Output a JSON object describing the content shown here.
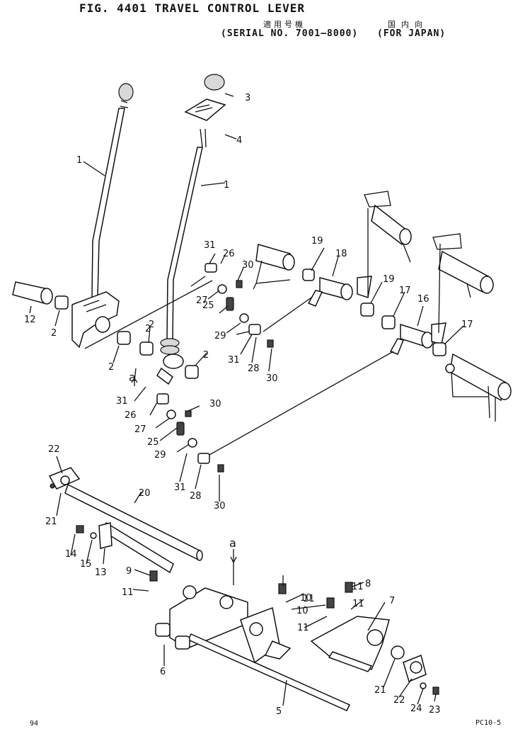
{
  "header": {
    "figure_title": "FIG. 4401  TRAVEL CONTROL LEVER",
    "serial_label_jp": "適用号機",
    "country_label_jp": "国内向",
    "serial_range": "(SERIAL NO. 7001–8000)",
    "country": "(FOR JAPAN)"
  },
  "footer": {
    "page_number": "94",
    "page_code": "PC10-5"
  },
  "callouts": [
    "1",
    "1",
    "2",
    "2",
    "2",
    "2",
    "2",
    "3",
    "4",
    "5",
    "6",
    "7",
    "8",
    "9",
    "10",
    "10",
    "11",
    "11",
    "11",
    "11",
    "11",
    "12",
    "13",
    "14",
    "15",
    "16",
    "17",
    "17",
    "18",
    "19",
    "19",
    "20",
    "21",
    "21",
    "22",
    "22",
    "23",
    "24",
    "25",
    "25",
    "26",
    "26",
    "27",
    "27",
    "28",
    "28",
    "29",
    "29",
    "30",
    "30",
    "30",
    "30",
    "31",
    "31",
    "31",
    "31",
    "a",
    "a"
  ]
}
